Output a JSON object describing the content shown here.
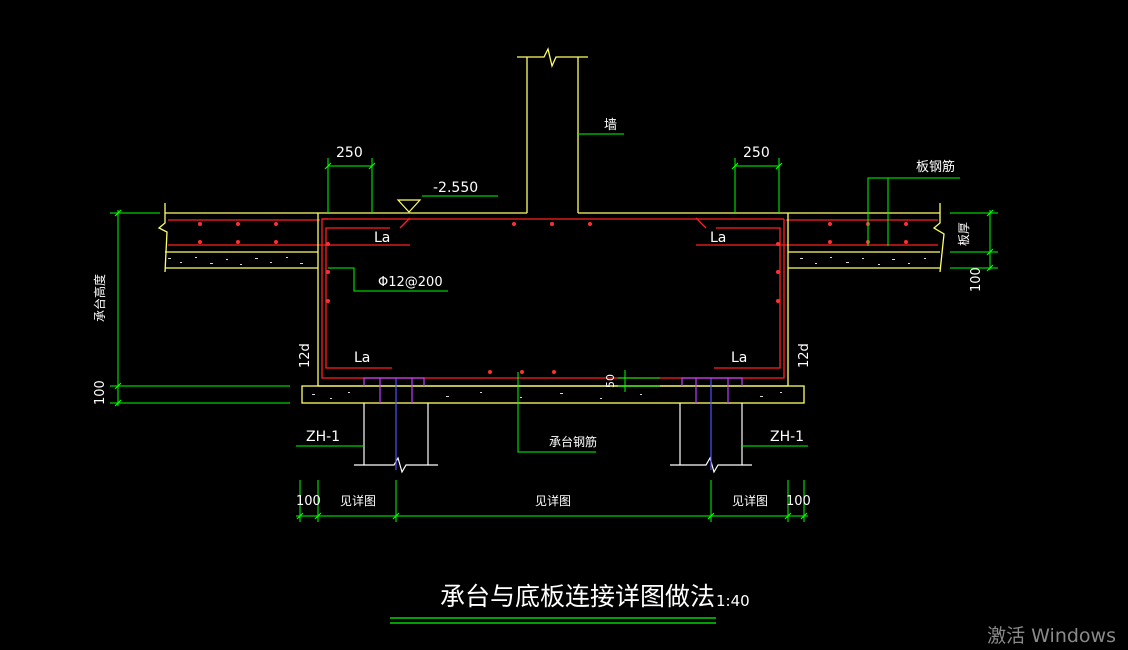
{
  "drawing": {
    "title": "承台与底板连接详图做法",
    "scale": "1:40",
    "colors": {
      "background": "#000000",
      "concrete": "#ffff66",
      "rebar": "#ff2020",
      "leader": "#00ff00",
      "text": "#ffffff",
      "pile_axis": "#5050ff",
      "pile_head": "#c040ff"
    },
    "labels": {
      "wall": "墙",
      "slab_rebar": "板钢筋",
      "slab_thickness": "板厚",
      "cap_height": "承台高度",
      "cap_rebar": "承台钢筋",
      "stirrup": "Φ12@200",
      "elevation": "-2.550",
      "dim_250_left": "250",
      "dim_250_right": "250",
      "la_top_left": "La",
      "la_top_right": "La",
      "la_bottom_left": "La",
      "la_bottom_right": "La",
      "hook_left": "12d",
      "hook_right": "12d",
      "cover_50": "50",
      "dim_100_right_slab": "100",
      "dim_100_left_cushion": "100",
      "pile_left": "ZH-1",
      "pile_right": "ZH-1",
      "bottom_dim_100_left": "100",
      "bottom_see_detail_left": "见详图",
      "bottom_see_detail_center": "见详图",
      "bottom_see_detail_right": "见详图",
      "bottom_dim_100_right": "100"
    }
  },
  "watermark": "激活 Windows"
}
